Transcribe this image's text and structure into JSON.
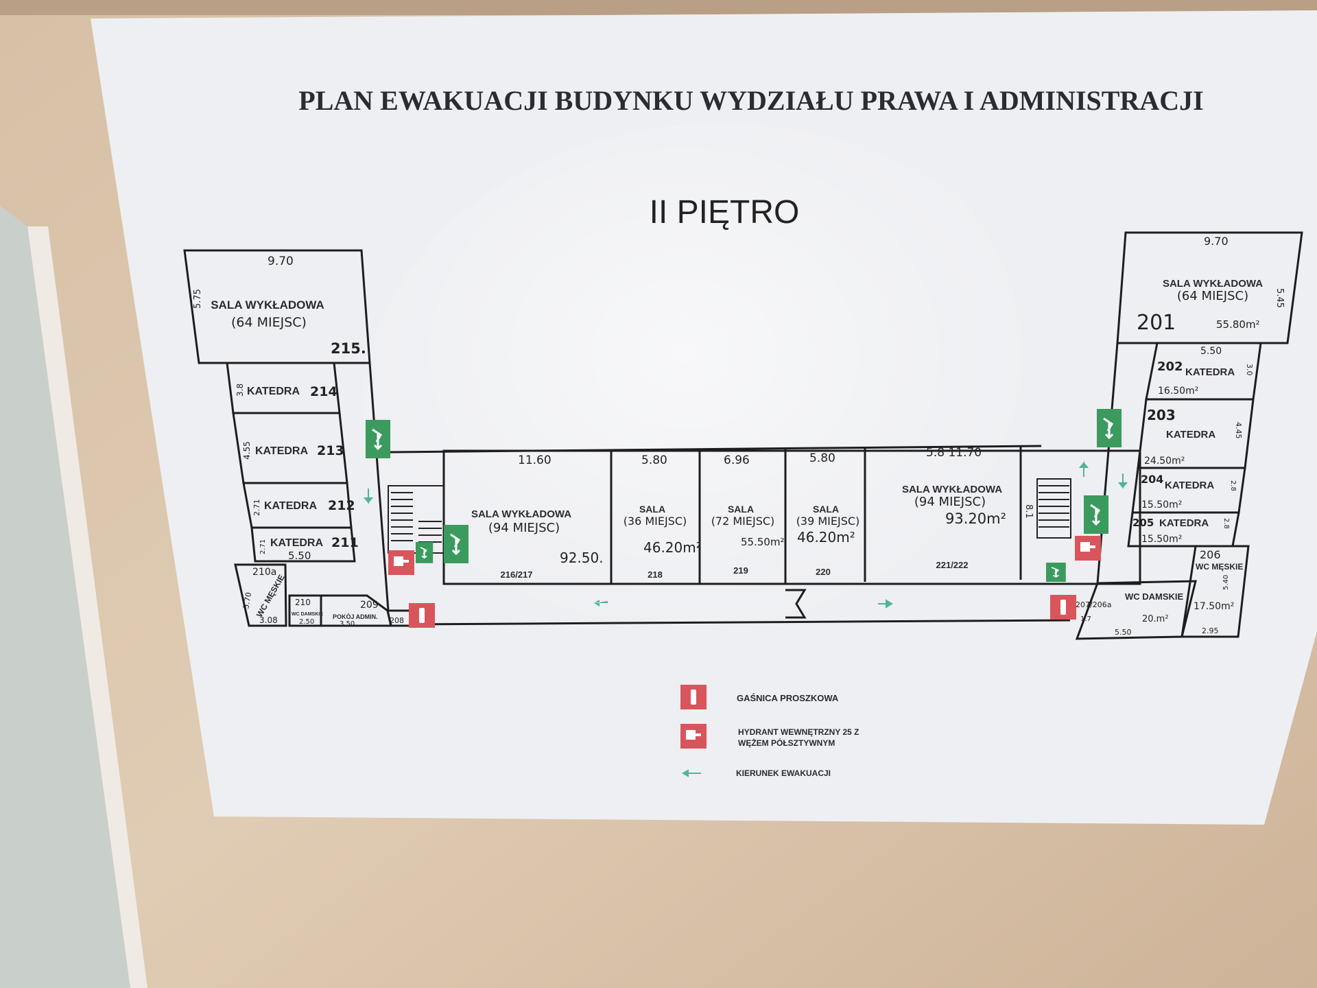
{
  "title": "PLAN EWAKUACJI BUDYNKU WYDZIAŁU PRAWA I ADMINISTRACJI",
  "floor": "II PIĘTRO",
  "rooms": {
    "r215": {
      "name": "SALA WYKŁADOWA",
      "seats": "(64 MIEJSC)",
      "number": "215.",
      "dim_w": "9.70",
      "dim_h": "5.75"
    },
    "r214": {
      "name": "KATEDRA",
      "number": "214",
      "dim": "3.8"
    },
    "r213": {
      "name": "KATEDRA",
      "number": "213",
      "dim": "4.55"
    },
    "r212": {
      "name": "KATEDRA",
      "number": "212",
      "dim": "2.71"
    },
    "r211": {
      "name": "KATEDRA",
      "number": "211",
      "dim": "2.71",
      "dim_w": "5.50"
    },
    "r210a": {
      "name": "WC MĘSKIE",
      "number": "210a",
      "dim": "5.70",
      "dim_w": "3.08"
    },
    "r210": {
      "name": "WC DAMSKIE",
      "number": "210",
      "dim_w": "2.50"
    },
    "r209": {
      "name": "POKÓJ ADMIN.",
      "number": "209",
      "dim_w": "3.50"
    },
    "r208": {
      "number": "208"
    },
    "r216": {
      "name": "SALA WYKŁADOWA",
      "seats": "(94 MIEJSC)",
      "number": "216/217",
      "area": "92.50.",
      "dim": "11.60"
    },
    "r218": {
      "name": "SALA",
      "seats": "(36 MIEJSC)",
      "number": "218",
      "area": "46.20m²",
      "dim": "5.80"
    },
    "r219": {
      "name": "SALA",
      "seats": "(72 MIEJSC)",
      "number": "219",
      "area": "55.50m²",
      "dim": "6.96"
    },
    "r220": {
      "name": "SALA",
      "seats": "(39 MIEJSC)",
      "number": "220",
      "area": "46.20m²",
      "dim": "5.80"
    },
    "r221": {
      "name": "SALA WYKŁADOWA",
      "seats": "(94 MIEJSC)",
      "number": "221/222",
      "area": "93.20m²",
      "dim": "5.8 11.70",
      "dim_h": "8.1"
    },
    "r201": {
      "name": "SALA WYKŁADOWA",
      "seats": "(64 MIEJSC)",
      "number": "201",
      "area": "55.80m²",
      "dim_w": "9.70",
      "dim_h": "5.45"
    },
    "r202": {
      "name": "KATEDRA",
      "number": "202",
      "area": "16.50m²",
      "dim_w": "5.50",
      "dim_h": "3.0"
    },
    "r203": {
      "name": "KATEDRA",
      "number": "203",
      "area": "24.50m²",
      "dim_h": "4.45"
    },
    "r204": {
      "name": "KATEDRA",
      "number": "204",
      "area": "15.50m²",
      "dim_h": "2.8"
    },
    "r205": {
      "name": "KATEDRA",
      "number": "205",
      "area": "15.50m²",
      "dim_h": "2.8"
    },
    "r206": {
      "name": "WC MĘSKIE",
      "number": "206",
      "area": "17.50m²",
      "dim_h": "5.40",
      "dim_w": "2.95"
    },
    "r207": {
      "name": "WC DAMSKIE",
      "number": "207/206a",
      "area": "20.m²",
      "dim_w": "5.50",
      "dim_h": "1.7"
    }
  },
  "legend": {
    "extinguisher": "GAŚNICA PROSZKOWA",
    "hydrant_line1": "HYDRANT WEWNĘTRZNY 25 Z",
    "hydrant_line2": "WĘŻEM PÓŁSZTYWNYM",
    "direction": "KIERUNEK EWAKUACJI"
  },
  "colors": {
    "exit_green": "#3b9a5e",
    "fire_red": "#d9555c",
    "arrow": "#4fb59a"
  }
}
